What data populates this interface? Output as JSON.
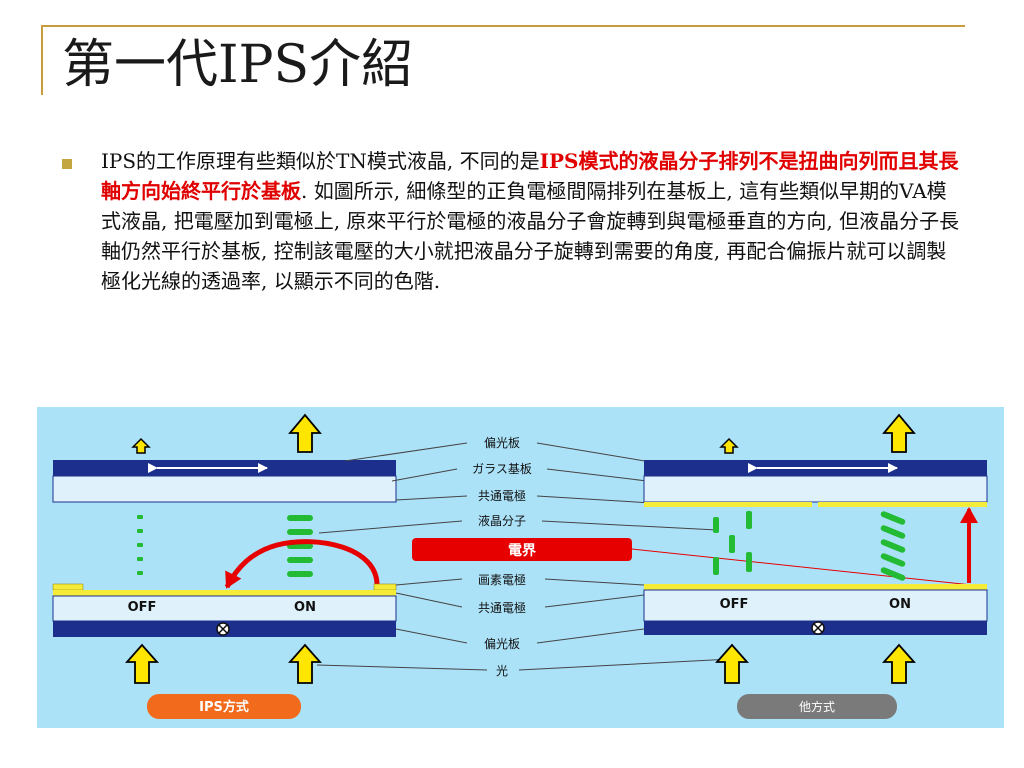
{
  "slide": {
    "title": "第一代IPS介紹",
    "bullet": {
      "part1": "IPS的工作原理有些類似於TN模式液晶, 不同的是",
      "highlight": "IPS模式的液晶分子排列不是扭曲向列而且其長軸方向始終平行於基板",
      "part2": ". 如圖所示, 細條型的正負電極間隔排列在基板上, 這有些類似早期的VA模式液晶, 把電壓加到電極上, 原來平行於電極的液晶分子會旋轉到與電極垂直的方向, 但液晶分子長軸仍然平行於基板, 控制該電壓的大小就把液晶分子旋轉到需要的角度, 再配合偏振片就可以調製極化光線的透過率, 以顯示不同的色階."
    }
  },
  "diagram": {
    "labels": {
      "polarizer_top": "偏光板",
      "glass_substrate": "ガラス基板",
      "common_electrode_top": "共通電極",
      "liquid_crystal": "液晶分子",
      "electric_field": "電界",
      "pixel_electrode": "画素電極",
      "common_electrode_bottom": "共通電極",
      "polarizer_bottom": "偏光板",
      "light": "光"
    },
    "left_panel": {
      "off": "OFF",
      "on": "ON",
      "method_badge": "IPS方式"
    },
    "right_panel": {
      "off": "OFF",
      "on": "ON",
      "method_badge": "他方式"
    },
    "colors": {
      "background": "#ace2f8",
      "polarizer": "#1c2f8c",
      "glass": "#dff2fb",
      "electrode": "#f5ec3a",
      "liquid_crystal": "#22bb33",
      "field_red": "#e60000",
      "ips_badge": "#f26a1b",
      "other_badge": "#7a7a7a",
      "title_rule": "#c89b3c",
      "bullet": "#c4a640",
      "highlight_text": "#e00000"
    }
  }
}
